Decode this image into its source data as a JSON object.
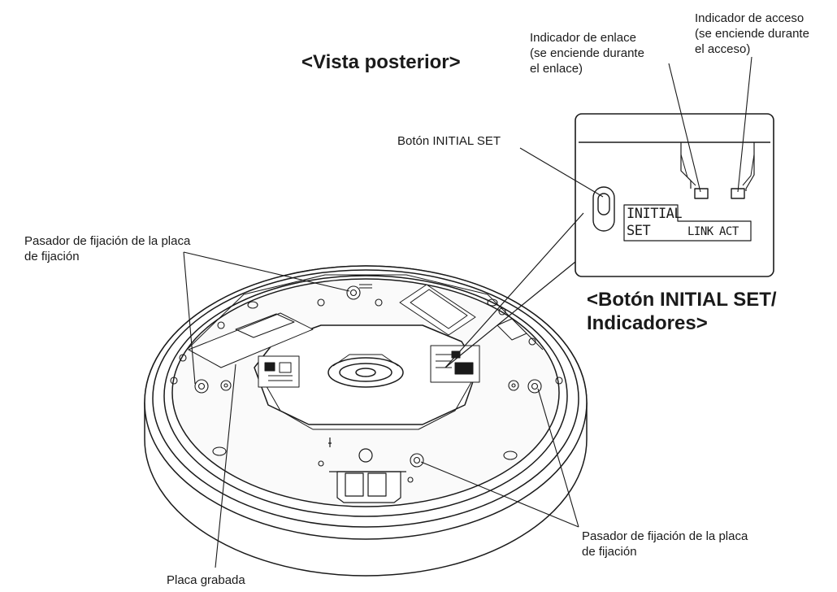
{
  "headings": {
    "rear_view": "<Vista posterior>",
    "button_indicators": "<Botón INITIAL SET/\nIndicadores>"
  },
  "callouts": {
    "link_indicator": "Indicador de enlace\n(se enciende durante\nel enlace)",
    "access_indicator": "Indicador de acceso\n(se enciende durante\nel acceso)",
    "initial_set_button": "Botón INITIAL SET",
    "fixing_pin_left": "Pasador de fijación de la placa\nde fijación",
    "fixing_pin_right": "Pasador de fijación de la placa\nde fijación",
    "engraved_plate": "Placa grabada"
  },
  "panel": {
    "initial": "INITIAL",
    "set": "SET",
    "link": "LINK",
    "act": "ACT"
  }
}
